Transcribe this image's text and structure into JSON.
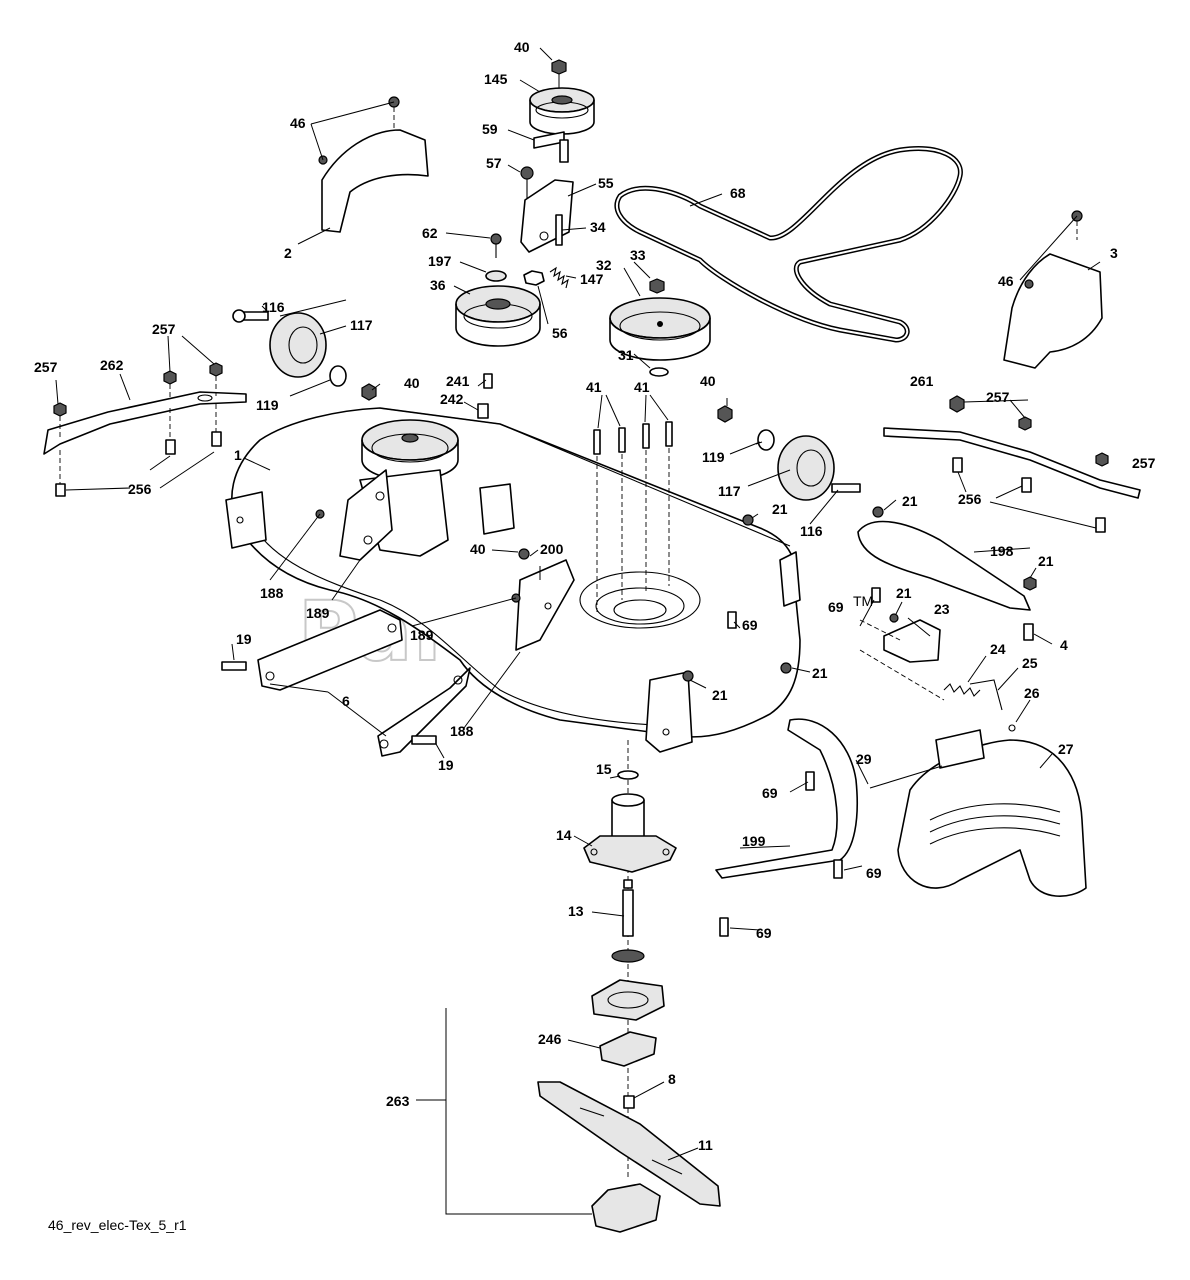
{
  "diagram": {
    "drawing_code": "46_rev_elec-Tex_5_r1",
    "watermark": "PartsTree",
    "watermark_tm": "TM"
  },
  "callouts": {
    "c40a": "40",
    "c145": "145",
    "c59": "59",
    "c57": "57",
    "c55": "55",
    "c46a": "46",
    "c2": "2",
    "c68": "68",
    "c62": "62",
    "c34": "34",
    "c197": "197",
    "c36": "36",
    "c147": "147",
    "c56": "56",
    "c33": "33",
    "c32": "32",
    "c31": "31",
    "c46b": "46",
    "c3": "3",
    "c116a": "116",
    "c117a": "117",
    "c257a": "257",
    "c257b": "257",
    "c262": "262",
    "c119a": "119",
    "c40b": "40",
    "c241": "241",
    "c242": "242",
    "c41a": "41",
    "c41b": "41",
    "c40c": "40",
    "c1": "1",
    "c256a": "256",
    "c261": "261",
    "c257c": "257",
    "c257d": "257",
    "c119b": "119",
    "c117b": "117",
    "c116b": "116",
    "c256b": "256",
    "c21a": "21",
    "c21b": "21",
    "c198": "198",
    "c21c": "21",
    "c188a": "188",
    "c189a": "189",
    "c189b": "189",
    "c40d": "40",
    "c200": "200",
    "c69a": "69",
    "c69b": "69",
    "c21d": "21",
    "c23": "23",
    "c4": "4",
    "c24": "24",
    "c25": "25",
    "c19a": "19",
    "c6": "6",
    "c21e": "21",
    "c21f": "21",
    "c26": "26",
    "c188b": "188",
    "c27": "27",
    "c29": "29",
    "c19b": "19",
    "c15": "15",
    "c69c": "69",
    "c14": "14",
    "c199": "199",
    "c69d": "69",
    "c13": "13",
    "c69e": "69",
    "c246": "246",
    "c263": "263",
    "c8": "8",
    "c11": "11"
  }
}
